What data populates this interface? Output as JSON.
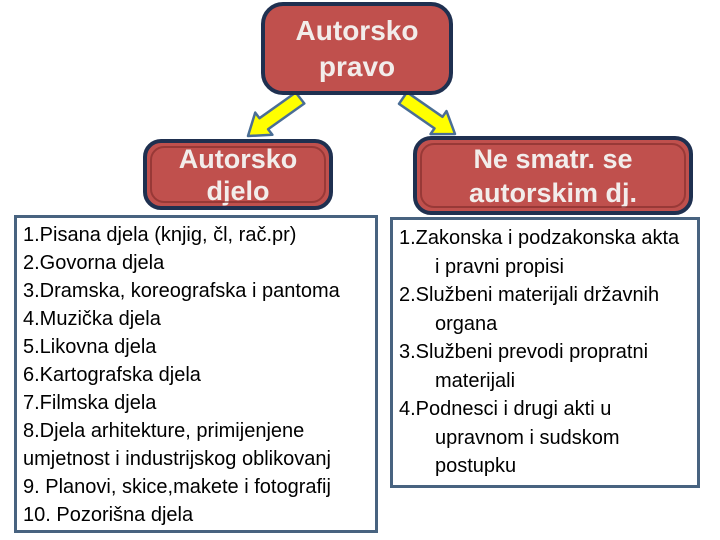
{
  "slide": {
    "title_node": {
      "label": "Autorsko pravo"
    },
    "left_node": {
      "label": "Autorsko djelo"
    },
    "right_node": {
      "label": "Ne smatr. se autorskim dj."
    },
    "left_list": {
      "lines": [
        {
          "text": "1.Pisana djela (knjig, čl, rač.pr)",
          "indent": false
        },
        {
          "text": "2.Govorna djela",
          "indent": false
        },
        {
          "text": "3.Dramska, koreografska i pantoma",
          "indent": false
        },
        {
          "text": "4.Muzička djela",
          "indent": false
        },
        {
          "text": "5.Likovna djela",
          "indent": false
        },
        {
          "text": "6.Kartografska djela",
          "indent": false
        },
        {
          "text": "7.Filmska djela",
          "indent": false
        },
        {
          "text": "8.Djela arhitekture, primijenjene",
          "indent": false
        },
        {
          "text": "umjetnost i industrijskog oblikovanj",
          "indent": false
        },
        {
          "text": "9. Planovi, skice,makete i fotografij",
          "indent": false
        },
        {
          "text": "10. Pozorišna djela",
          "indent": false
        }
      ]
    },
    "right_list": {
      "lines": [
        {
          "text": "1.Zakonska i podzakonska akta",
          "indent": false
        },
        {
          "text": "i pravni propisi",
          "indent": true
        },
        {
          "text": "2.Službeni materijali državnih",
          "indent": false
        },
        {
          "text": "organa",
          "indent": true
        },
        {
          "text": "3.Službeni prevodi propratni",
          "indent": false
        },
        {
          "text": "materijali",
          "indent": true
        },
        {
          "text": "4.Podnesci i drugi akti u",
          "indent": false
        },
        {
          "text": "upravnom i sudskom",
          "indent": true
        },
        {
          "text": "postupku",
          "indent": true
        }
      ]
    },
    "icons": {
      "left_arrow": "arrow-down-left",
      "right_arrow": "arrow-down-right"
    },
    "colors": {
      "node_fill": "#C0504D",
      "node_border": "#1F3050",
      "node_inner_line": "#9C3B39",
      "node_text": "#F2EDEB",
      "list_border": "#486380",
      "list_text": "#000000",
      "arrow_fill": "#FFFF00",
      "arrow_stroke": "#4A6E96",
      "background": "#FFFFFF"
    }
  }
}
